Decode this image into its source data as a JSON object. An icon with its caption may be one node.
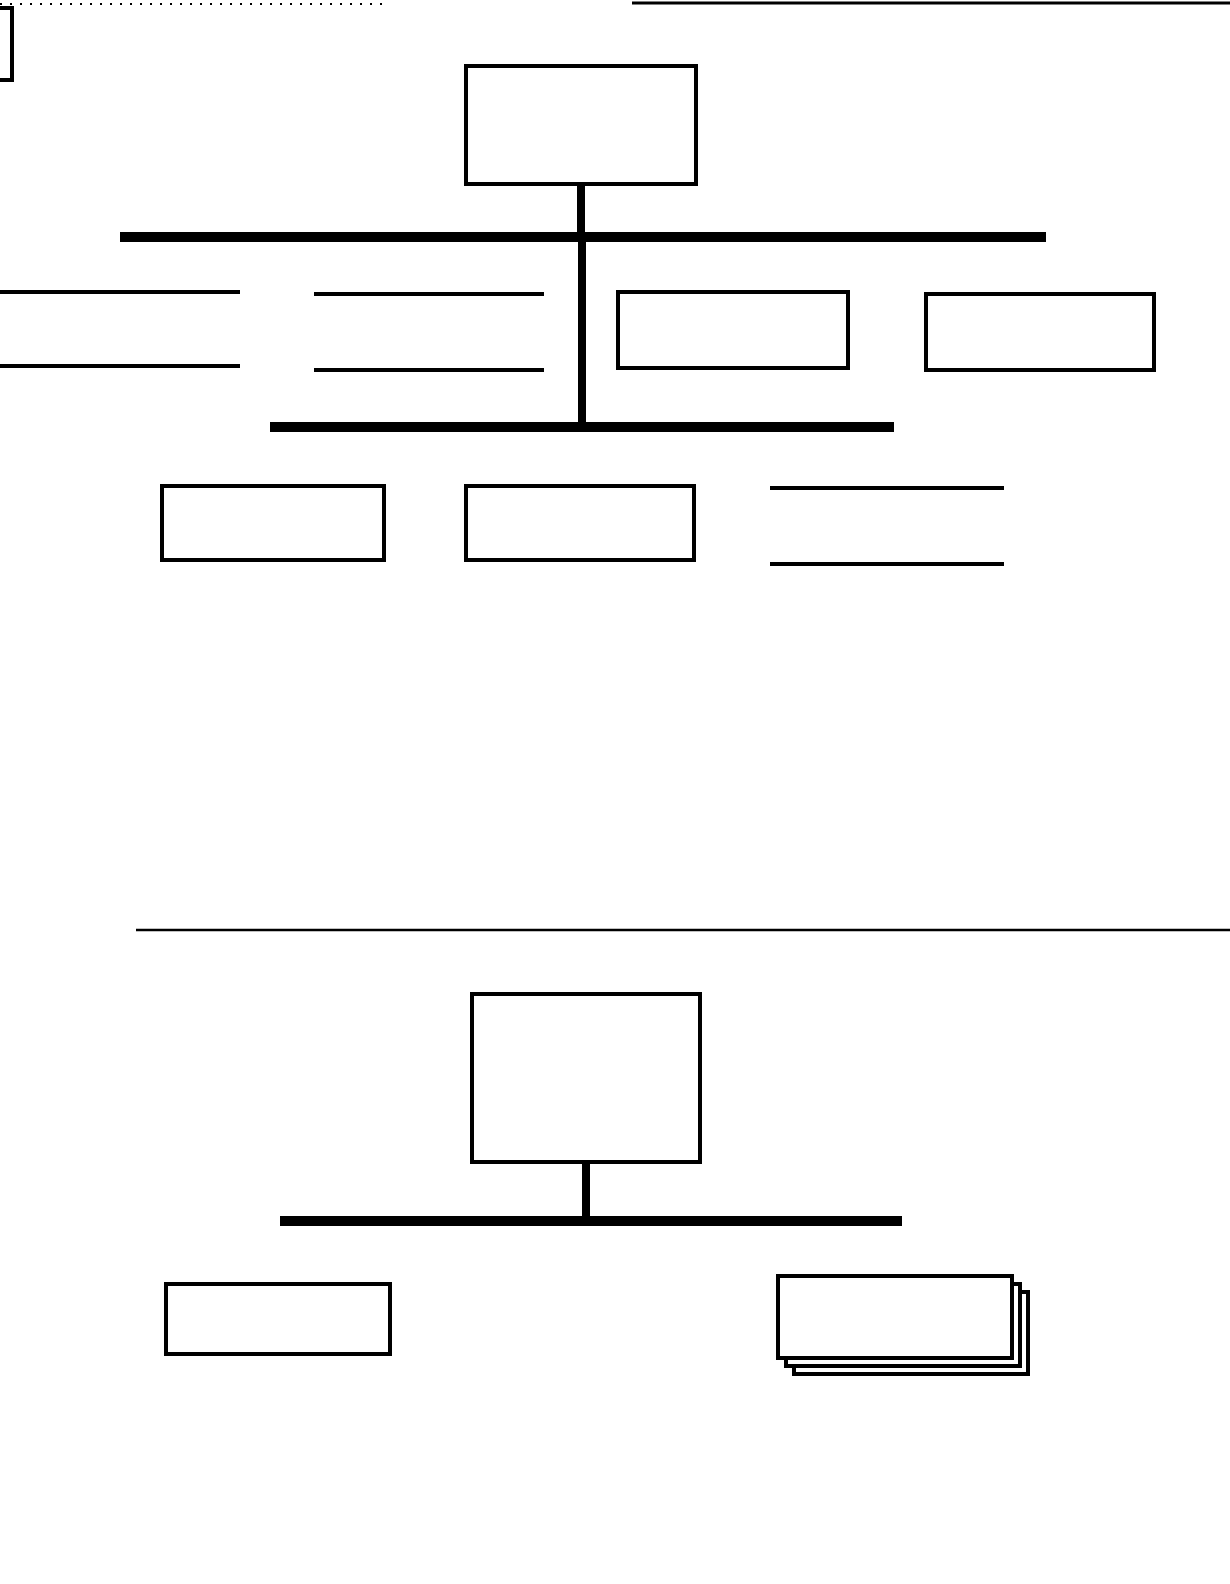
{
  "diagram": {
    "nodes": [
      {
        "text": [],
        "shape": "box"
      },
      {
        "text": [],
        "shape": "bar"
      },
      {
        "text": [],
        "shape": "lines"
      },
      {
        "text": [],
        "shape": "lines"
      },
      {
        "text": [],
        "shape": "box"
      },
      {
        "text": [],
        "shape": "box"
      },
      {
        "text": [],
        "shape": "bar"
      },
      {
        "text": [],
        "shape": "box"
      },
      {
        "text": [],
        "shape": "box"
      },
      {
        "text": [],
        "shape": "lines"
      },
      {
        "text": [],
        "shape": "box"
      },
      {
        "text": [],
        "shape": "bar"
      },
      {
        "text": [],
        "shape": "box"
      },
      {
        "text": [],
        "shape": "stack"
      }
    ],
    "edges": [
      {
        "from": 0,
        "to": 1,
        "arrow": "none"
      },
      {
        "from": 1,
        "to": 6,
        "arrow": "none"
      },
      {
        "from": 10,
        "to": 11,
        "arrow": "none"
      }
    ]
  }
}
